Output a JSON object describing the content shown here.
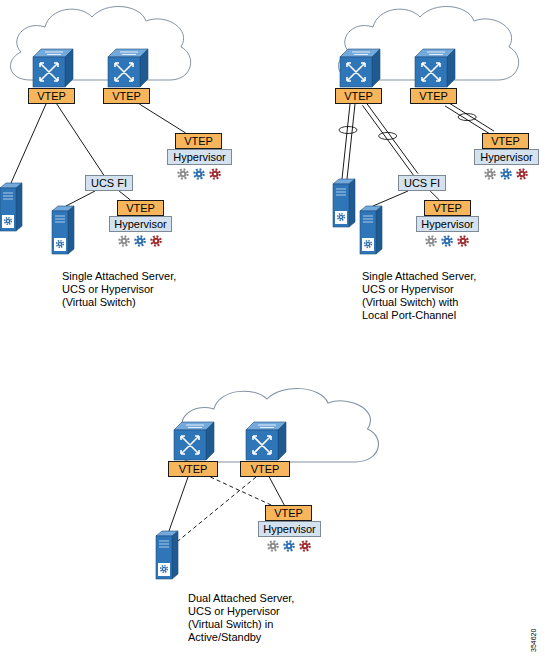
{
  "diagram": {
    "nodes": [
      {
        "text": [
          "VTEP"
        ]
      },
      {
        "text": [
          "VTEP"
        ]
      },
      {
        "text": [
          "VTEP"
        ]
      },
      {
        "text": [
          "Hypervisor"
        ]
      },
      {
        "text": [
          "UCS FI"
        ]
      },
      {
        "text": [
          "VTEP"
        ]
      },
      {
        "text": [
          "Hypervisor"
        ]
      },
      {
        "text": [
          "VTEP"
        ]
      },
      {
        "text": [
          "VTEP"
        ]
      },
      {
        "text": [
          "VTEP"
        ]
      },
      {
        "text": [
          "Hypervisor"
        ]
      },
      {
        "text": [
          "UCS FI"
        ]
      },
      {
        "text": [
          "VTEP"
        ]
      },
      {
        "text": [
          "Hypervisor"
        ]
      },
      {
        "text": [
          "VTEP"
        ]
      },
      {
        "text": [
          "VTEP"
        ]
      },
      {
        "text": [
          "VTEP"
        ]
      },
      {
        "text": [
          "Hypervisor"
        ]
      }
    ],
    "edges": [
      {
        "from": 0,
        "to": 4,
        "arrow": "none"
      },
      {
        "from": 1,
        "to": 2,
        "arrow": "none"
      },
      {
        "from": 4,
        "to": 5,
        "arrow": "none"
      },
      {
        "from": 7,
        "to": 11,
        "arrow": "none"
      },
      {
        "from": 8,
        "to": 9,
        "arrow": "none"
      },
      {
        "from": 11,
        "to": 12,
        "arrow": "none"
      },
      {
        "from": 14,
        "to": 16,
        "arrow": "none"
      },
      {
        "from": 15,
        "to": 16,
        "arrow": "none"
      }
    ],
    "labels": [
      "Single Attached Server, UCS or Hypervisor (Virtual Switch)",
      "Single Attached Server, UCS or Hypervisor (Virtual Switch) with Local Port-Channel",
      "Dual Attached Server, UCS or Hypervisor (Virtual Switch) in Active/Standby",
      "354620"
    ]
  }
}
